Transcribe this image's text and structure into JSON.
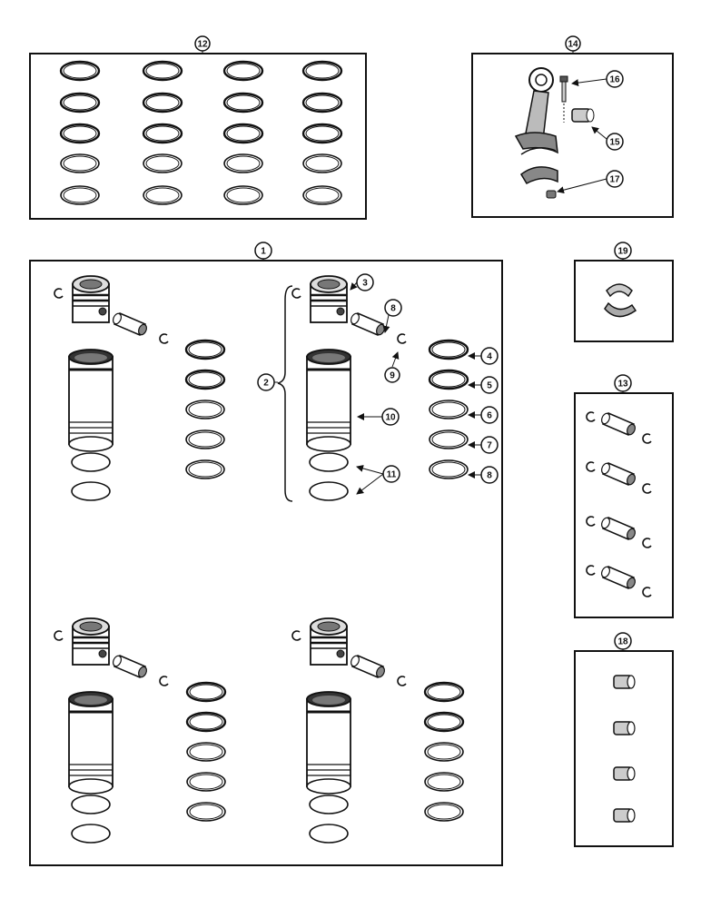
{
  "callouts": {
    "c1": "1",
    "c2": "2",
    "c3": "3",
    "c4": "4",
    "c5": "5",
    "c6": "6",
    "c7": "7",
    "c8a": "8",
    "c8b": "8",
    "c9": "9",
    "c10": "10",
    "c11": "11",
    "c12": "12",
    "c13": "13",
    "c14": "14",
    "c15": "15",
    "c16": "16",
    "c17": "17",
    "c18": "18",
    "c19": "19"
  },
  "colors": {
    "ink": "#111111",
    "paper": "#ffffff",
    "shade": "#8a8a8a"
  }
}
